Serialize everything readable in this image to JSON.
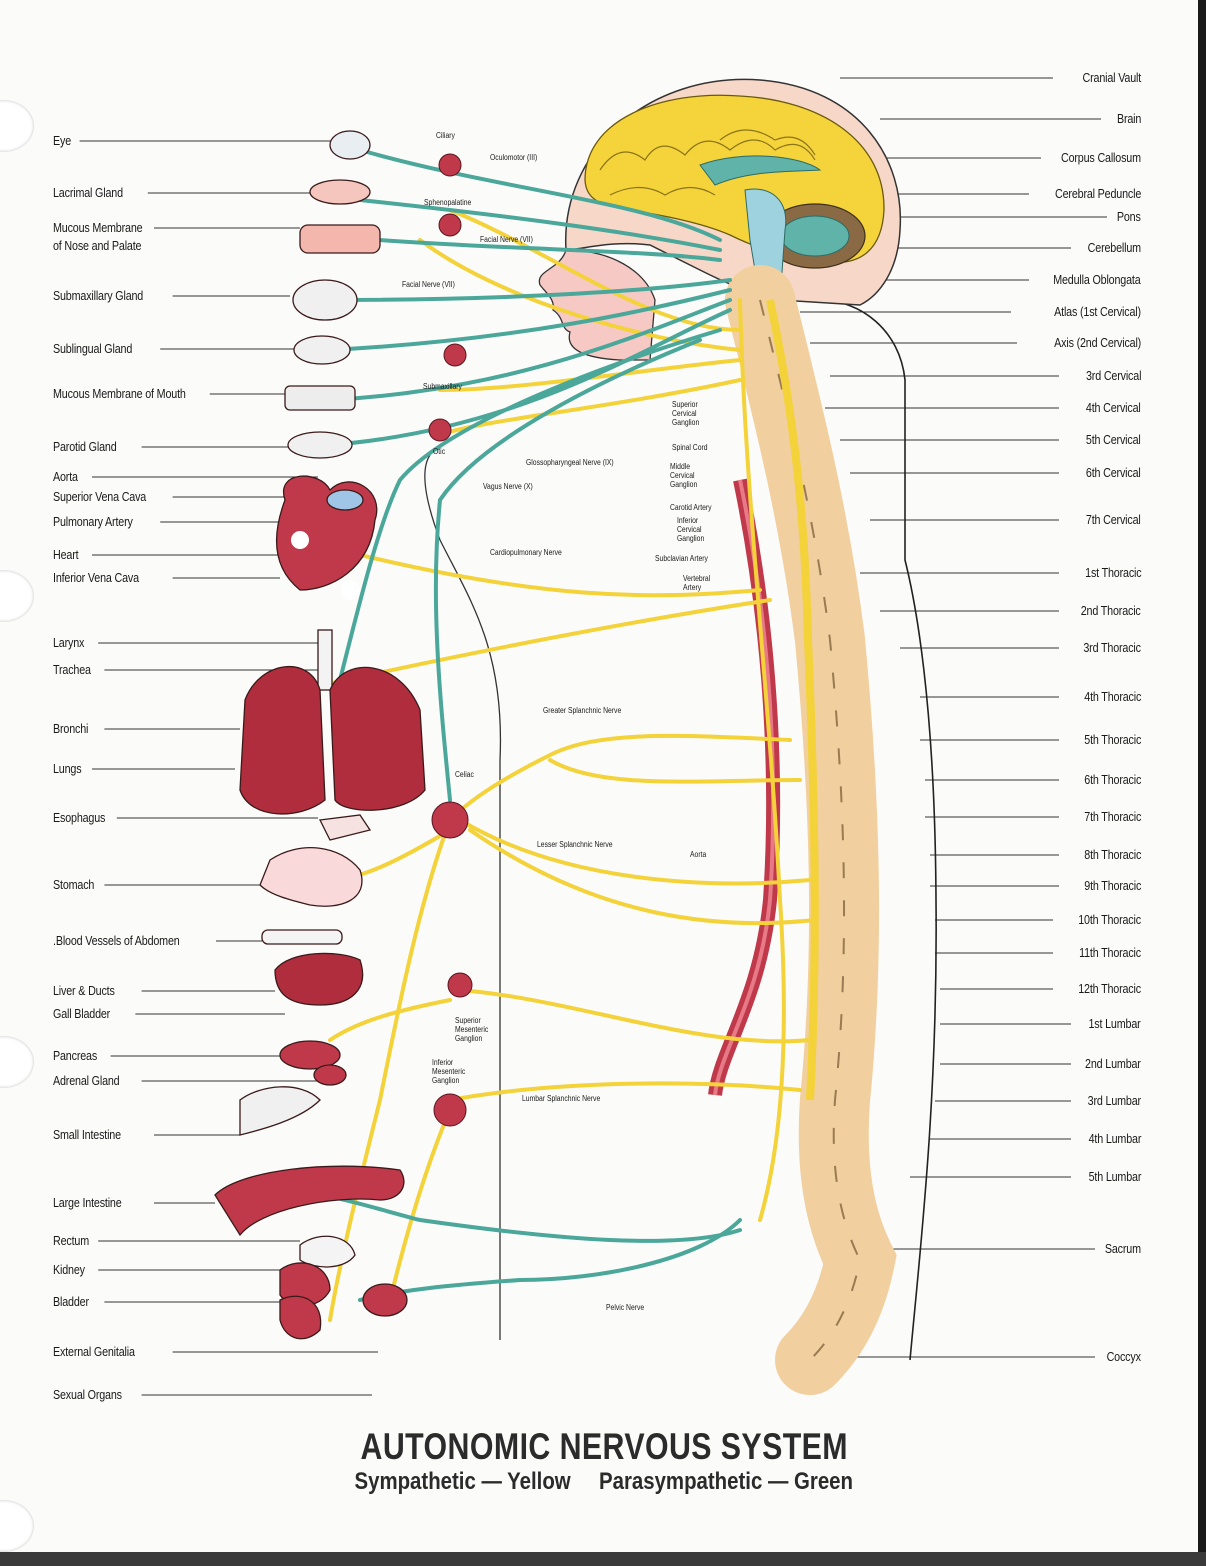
{
  "title": "AUTONOMIC NERVOUS SYSTEM",
  "subtitle": {
    "sympathetic": "Sympathetic — Yellow",
    "parasympathetic": "Parasympathetic — Green"
  },
  "colors": {
    "sympathetic": "#f3d23a",
    "parasympathetic": "#4aa79a",
    "organ": "#c0394a",
    "bone": "#f4d3a4",
    "skin": "#f6c9c4"
  },
  "left_labels": [
    "Eye",
    "Lacrimal Gland",
    "Mucous Membrane",
    "of Nose and Palate",
    "Submaxillary Gland",
    "Sublingual Gland",
    "Mucous Membrane of Mouth",
    "Parotid Gland",
    "Aorta",
    "Superior Vena Cava",
    "Pulmonary Artery",
    "Heart",
    "Inferior Vena Cava",
    "Larynx",
    "Trachea",
    "Bronchi",
    "Lungs",
    "Esophagus",
    "Stomach",
    ".Blood Vessels of Abdomen",
    "Liver & Ducts",
    "Gall Bladder",
    "Pancreas",
    "Adrenal Gland",
    "Small Intestine",
    "Large Intestine",
    "Rectum",
    "Kidney",
    "Bladder",
    "External Genitalia",
    "Sexual Organs"
  ],
  "right_labels": [
    "Cranial Vault",
    "Brain",
    "Corpus Callosum",
    "Cerebral Peduncle",
    "Pons",
    "Cerebellum",
    "Medulla Oblongata",
    "Atlas (1st Cervical)",
    "Axis (2nd Cervical)",
    "3rd Cervical",
    "4th Cervical",
    "5th Cervical",
    "6th Cervical",
    "7th Cervical",
    "1st Thoracic",
    "2nd Thoracic",
    "3rd Thoracic",
    "4th Thoracic",
    "5th Thoracic",
    "6th Thoracic",
    "7th Thoracic",
    "8th Thoracic",
    "9th Thoracic",
    "10th Thoracic",
    "11th Thoracic",
    "12th Thoracic",
    "1st Lumbar",
    "2nd Lumbar",
    "3rd Lumbar",
    "4th Lumbar",
    "5th Lumbar",
    "Sacrum",
    "Coccyx"
  ],
  "inner_labels": [
    "Ciliary",
    "Oculomotor (III)",
    "Sphenopalatine",
    "Facial Nerve (VII)",
    "Facial Nerve (VII)",
    "Submaxillary",
    "Otic",
    "Superior\nCervical\nGanglion",
    "Spinal Cord",
    "Middle\nCervical\nGanglion",
    "Glossopharyngeal Nerve (IX)",
    "Vagus Nerve (X)",
    "Carotid Artery",
    "Inferior\nCervical\nGanglion",
    "Cardiopulmonary Nerve",
    "Subclavian Artery",
    "Vertebral\nArtery",
    "Greater Splanchnic Nerve",
    "Celiac",
    "Lesser Splanchnic Nerve",
    "Aorta",
    "Superior\nMesenteric\nGanglion",
    "Inferior\nMesenteric\nGanglion",
    "Lumbar Splanchnic Nerve",
    "Pelvic Nerve"
  ]
}
